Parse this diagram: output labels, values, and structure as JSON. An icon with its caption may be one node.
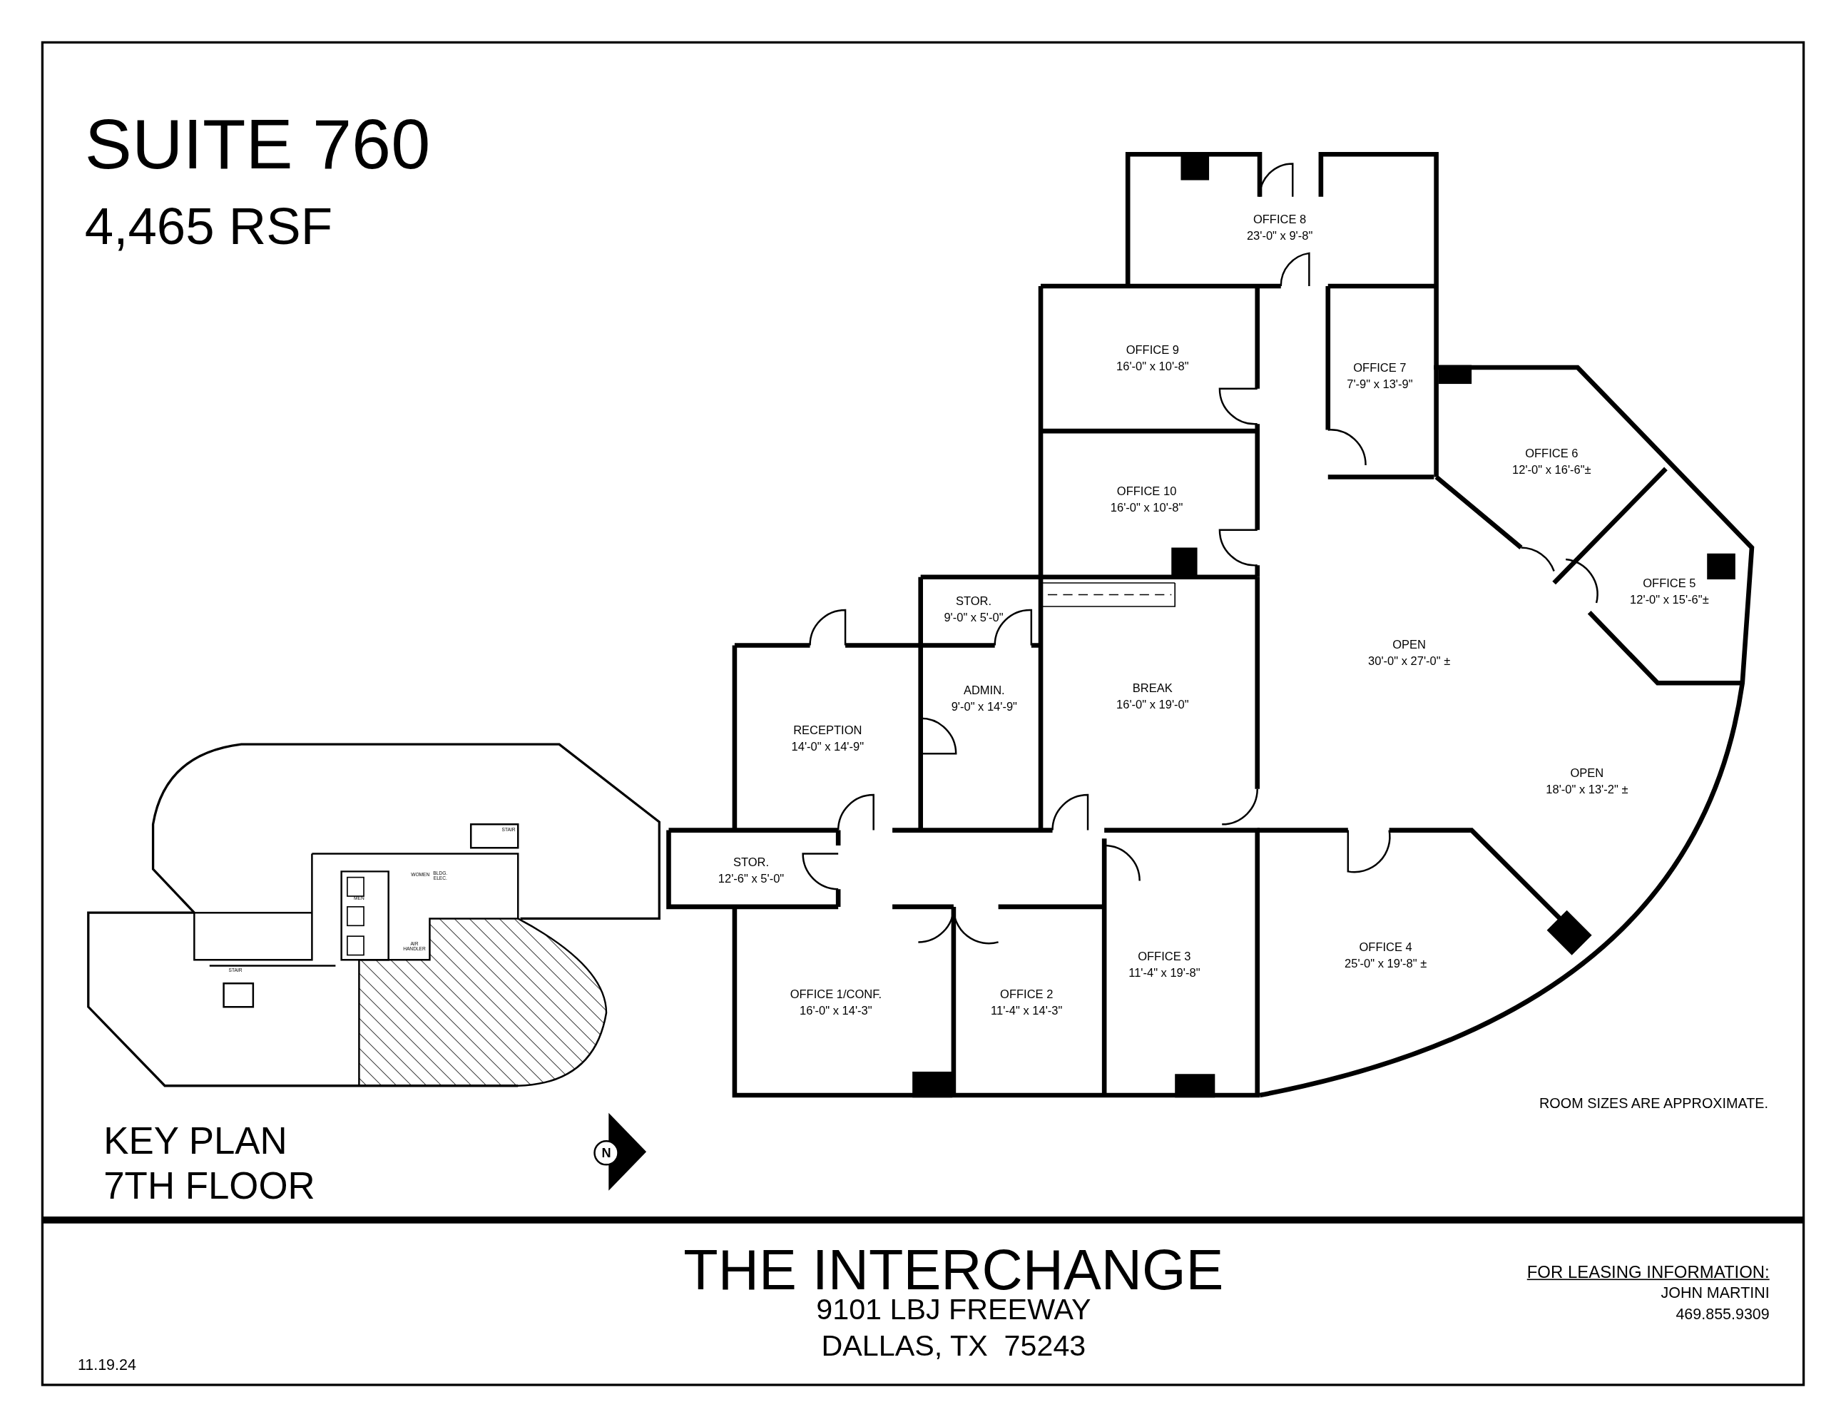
{
  "diagram": {
    "title": "SUITE 760",
    "nodes": [
      {
        "text": [
          "OFFICE 8",
          "23'-0\" x 9'-8\""
        ]
      },
      {
        "text": [
          "OFFICE 9",
          "16'-0\" x 10'-8\""
        ]
      },
      {
        "text": [
          "OFFICE 7",
          "7'-9\" x 13'-9\""
        ]
      },
      {
        "text": [
          "OFFICE 6",
          "12'-0\" x 16'-6\"±"
        ]
      },
      {
        "text": [
          "OFFICE 10",
          "16'-0\" x 10'-8\""
        ]
      },
      {
        "text": [
          "OFFICE 5",
          "12'-0\" x 15'-6\"±"
        ]
      },
      {
        "text": [
          "STOR.",
          "9'-0\" x 5'-0\""
        ]
      },
      {
        "text": [
          "OPEN",
          "30'-0\" x 27'-0\" ±"
        ]
      },
      {
        "text": [
          "ADMIN.",
          "9'-0\" x 14'-9\""
        ]
      },
      {
        "text": [
          "BREAK",
          "16'-0\" x 19'-0\""
        ]
      },
      {
        "text": [
          "RECEPTION",
          "14'-0\" x 14'-9\""
        ]
      },
      {
        "text": [
          "OPEN",
          "18'-0\" x 13'-2\" ±"
        ]
      },
      {
        "text": [
          "STOR.",
          "12'-6\" x 5'-0\""
        ]
      },
      {
        "text": [
          "OFFICE 3",
          "11'-4\" x 19'-8\""
        ]
      },
      {
        "text": [
          "OFFICE 4",
          "25'-0\" x 19'-8\" ±"
        ]
      },
      {
        "text": [
          "OFFICE 1/CONF.",
          "16'-0\" x 14'-3\""
        ]
      },
      {
        "text": [
          "OFFICE 2",
          "11'-4\" x 14'-3\""
        ]
      }
    ],
    "labels": [
      "4,465 RSF",
      "STAIR",
      "WOMEN",
      "BLDG. ELEC.",
      "MEN",
      "AIR HANDLER",
      "STAIR",
      "ROOM SIZES ARE APPROXIMATE.",
      "KEY PLAN",
      "N",
      "7TH FLOOR",
      "THE INTERCHANGE",
      "FOR LEASING INFORMATION:",
      "9101 LBJ FREEWAY",
      "JOHN MARTINI",
      "DALLAS, TX  75243",
      "469.855.9309",
      "11.19.24"
    ]
  }
}
